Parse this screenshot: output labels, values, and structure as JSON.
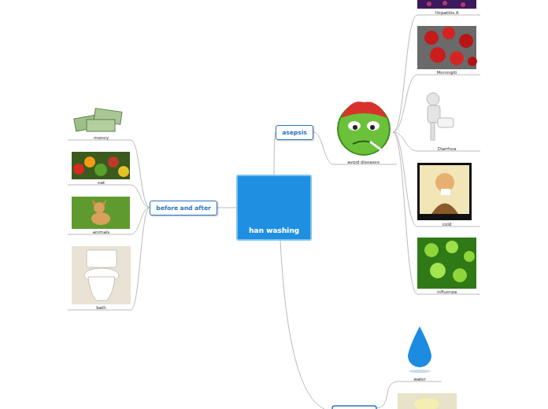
{
  "diagram": {
    "nodes": [
      {
        "text": [
          "han washing"
        ]
      },
      {
        "text": [
          "asepsis"
        ]
      },
      {
        "text": [
          "avoid diseases"
        ]
      },
      {
        "text": [
          "Hepatitis A"
        ]
      },
      {
        "text": [
          "Meningiti"
        ]
      },
      {
        "text": [
          "Diarrhea"
        ]
      },
      {
        "text": [
          "cold"
        ]
      },
      {
        "text": [
          "influenza"
        ]
      },
      {
        "text": [
          "before and after"
        ]
      },
      {
        "text": [
          "money"
        ]
      },
      {
        "text": [
          "eat"
        ]
      },
      {
        "text": [
          "animals"
        ]
      },
      {
        "text": [
          "bath"
        ]
      },
      {
        "text": [
          "water"
        ]
      }
    ],
    "edges": [
      {
        "from": 0,
        "to": 1,
        "arrow": "none"
      },
      {
        "from": 1,
        "to": 2,
        "arrow": "none"
      },
      {
        "from": 2,
        "to": 3,
        "arrow": "none"
      },
      {
        "from": 2,
        "to": 4,
        "arrow": "none"
      },
      {
        "from": 2,
        "to": 5,
        "arrow": "none"
      },
      {
        "from": 2,
        "to": 6,
        "arrow": "none"
      },
      {
        "from": 2,
        "to": 7,
        "arrow": "none"
      },
      {
        "from": 0,
        "to": 8,
        "arrow": "none"
      },
      {
        "from": 8,
        "to": 9,
        "arrow": "none"
      },
      {
        "from": 8,
        "to": 10,
        "arrow": "none"
      },
      {
        "from": 8,
        "to": 11,
        "arrow": "none"
      },
      {
        "from": 8,
        "to": 12,
        "arrow": "none"
      }
    ]
  }
}
